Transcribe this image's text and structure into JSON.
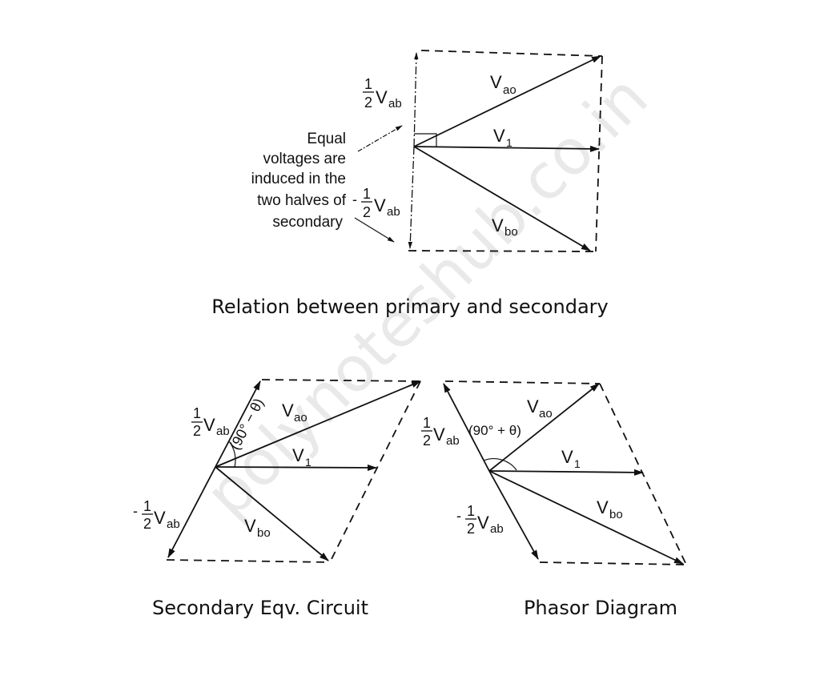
{
  "watermark": "polynoteshub.co.in",
  "figure1": {
    "caption": "Relation between primary and secondary",
    "labels": {
      "vao": "V",
      "vao_sub": "ao",
      "v1": "V",
      "v1_sub": "1",
      "vbo": "V",
      "vbo_sub": "bo",
      "half_num": "1",
      "half_den": "2",
      "vab": "V",
      "vab_sub": "ab",
      "neg": "-"
    },
    "note_lines": [
      "Equal",
      "voltages are",
      "induced in the",
      "two halves of",
      "secondary"
    ]
  },
  "figure2": {
    "caption": "Secondary Eqv. Circuit",
    "angle_label": "(90° − θ)",
    "labels": {
      "vao": "V",
      "vao_sub": "ao",
      "v1": "V",
      "v1_sub": "1",
      "vbo": "V",
      "vbo_sub": "bo",
      "half_num": "1",
      "half_den": "2",
      "vab": "V",
      "vab_sub": "ab",
      "neg": "-"
    }
  },
  "figure3": {
    "caption": "Phasor Diagram",
    "angle_label": "(90° + θ)",
    "labels": {
      "vao": "V",
      "vao_sub": "ao",
      "v1": "V",
      "v1_sub": "1",
      "vbo": "V",
      "vbo_sub": "bo",
      "half_num": "1",
      "half_den": "2",
      "vab": "V",
      "vab_sub": "ab",
      "neg": "-"
    }
  }
}
